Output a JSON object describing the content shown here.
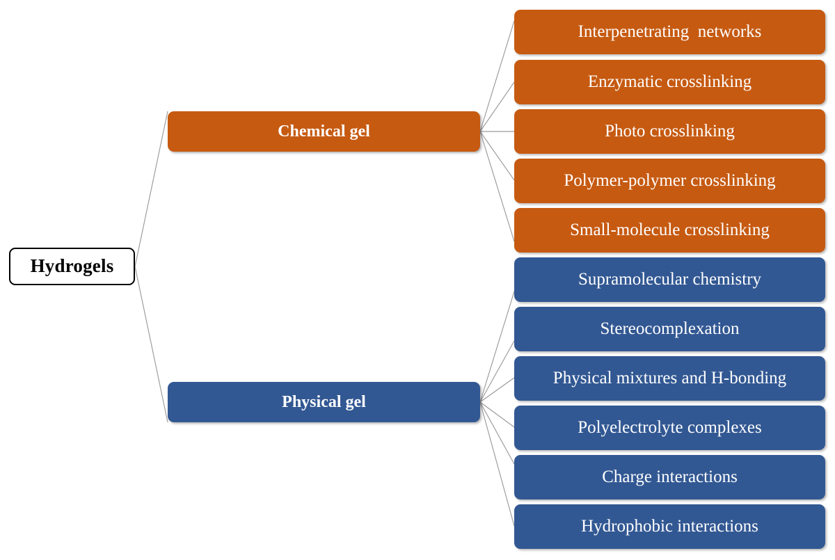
{
  "diagram": {
    "title_node": {
      "label": "Hydrogels"
    },
    "colors": {
      "chemical": "#C65A11",
      "physical": "#325893",
      "root_border": "#000000",
      "root_fill": "#ffffff",
      "connector": "#9a9a9a",
      "text_light": "#ffffff",
      "text_dark": "#000000",
      "background": "#ffffff"
    },
    "branches": [
      {
        "label": "Chemical gel",
        "color_key": "chemical"
      },
      {
        "label": "Physical gel",
        "color_key": "physical"
      }
    ],
    "chemical_children": [
      {
        "label": "Interpenetrating  networks"
      },
      {
        "label": "Enzymatic crosslinking"
      },
      {
        "label": "Photo crosslinking"
      },
      {
        "label": "Polymer-polymer crosslinking"
      },
      {
        "label": "Small-molecule crosslinking"
      }
    ],
    "physical_children": [
      {
        "label": "Supramolecular chemistry"
      },
      {
        "label": "Stereocomplexation"
      },
      {
        "label": "Physical mixtures and H-bonding"
      },
      {
        "label": "Polyelectrolyte complexes"
      },
      {
        "label": "Charge interactions"
      },
      {
        "label": "Hydrophobic interactions"
      }
    ]
  }
}
